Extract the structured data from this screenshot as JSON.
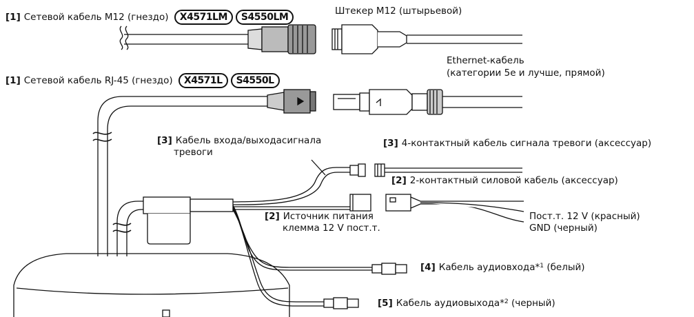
{
  "labels": {
    "m12_socket": {
      "num": "[1]",
      "text": "Сетевой кабель M12 (гнездо)",
      "models": [
        "X4571LM",
        "S4550LM"
      ]
    },
    "m12_plug": {
      "text": "Штекер M12 (штырьевой)"
    },
    "ethernet": {
      "line1": "Ethernet-кабель",
      "line2": "(категории 5e и лучше, прямой)"
    },
    "rj45_socket": {
      "num": "[1]",
      "text": "Сетевой кабель RJ-45 (гнездо)",
      "models": [
        "X4571L",
        "S4550L"
      ]
    },
    "alarm_cable": {
      "num": "[3]",
      "line1": "Кабель входа/выходасигнала",
      "line2": "тревоги"
    },
    "alarm_4pin": {
      "num": "[3]",
      "text": "4-контактный кабель сигнала тревоги (аксессуар)"
    },
    "power_2pin": {
      "num": "[2]",
      "text": "2-контактный силовой кабель (аксессуар)"
    },
    "power_source": {
      "num": "[2]",
      "line1": "Источник питания",
      "line2": "клемма 12 V пост.т."
    },
    "dc12_red": {
      "text": "Пост.т. 12 V (красный)"
    },
    "gnd_black": {
      "text": "GND (черный)"
    },
    "audio_in": {
      "num": "[4]",
      "text": "Кабель аудиовхода*",
      "sup": "1",
      "tail": " (белый)"
    },
    "audio_out": {
      "num": "[5]",
      "text": "Кабель аудиовыхода*",
      "sup": "2",
      "tail": " (черный)"
    }
  }
}
